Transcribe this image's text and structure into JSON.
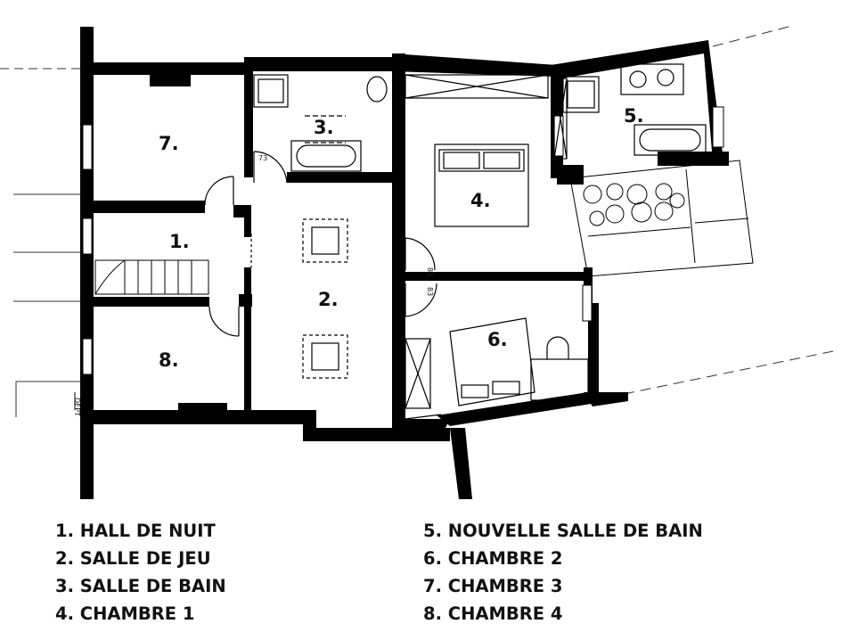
{
  "plan": {
    "rooms": [
      {
        "id": "room-7",
        "label": "7."
      },
      {
        "id": "room-3",
        "label": "3."
      },
      {
        "id": "room-5",
        "label": "5."
      },
      {
        "id": "room-1",
        "label": "1."
      },
      {
        "id": "room-4",
        "label": "4."
      },
      {
        "id": "room-2",
        "label": "2."
      },
      {
        "id": "room-6",
        "label": "6."
      },
      {
        "id": "room-8",
        "label": "8."
      }
    ],
    "door_marks": {
      "bath": "73",
      "door_upper": "83",
      "door_lower": "83",
      "stair": "DEPT"
    }
  },
  "legend": {
    "left": [
      "1. HALL DE NUIT",
      "2. SALLE DE JEU",
      "3. SALLE DE BAIN",
      "4. CHAMBRE 1"
    ],
    "right": [
      "5. NOUVELLE SALLE DE BAIN",
      "6. CHAMBRE 2",
      "7. CHAMBRE 3",
      "8. CHAMBRE 4"
    ]
  }
}
